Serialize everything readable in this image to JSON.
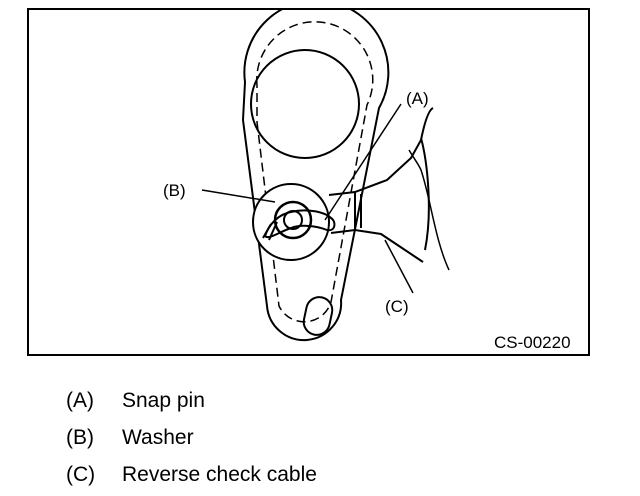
{
  "figure": {
    "id_label": "CS-00220",
    "callouts": [
      {
        "key": "(A)"
      },
      {
        "key": "(B)"
      },
      {
        "key": "(C)"
      }
    ]
  },
  "legend": [
    {
      "key": "(A)",
      "text": "Snap pin"
    },
    {
      "key": "(B)",
      "text": "Washer"
    },
    {
      "key": "(C)",
      "text": "Reverse check cable"
    }
  ]
}
